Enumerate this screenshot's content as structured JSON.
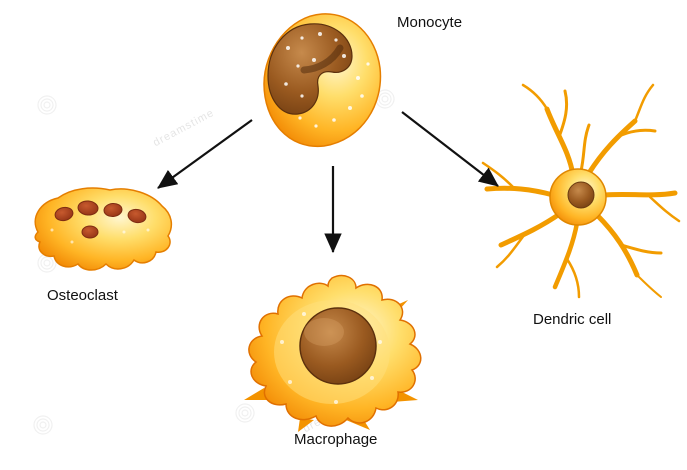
{
  "diagram": {
    "background": "#FFFFFF",
    "nodes": {
      "monocyte": {
        "label": "Monocyte"
      },
      "osteoclast": {
        "label": "Osteoclast"
      },
      "macrophage": {
        "label": "Macrophage"
      },
      "dendritic": {
        "label": "Dendric cell"
      }
    },
    "relations": [
      {
        "from": "Monocyte",
        "to": "Osteoclast"
      },
      {
        "from": "Monocyte",
        "to": "Macrophage"
      },
      {
        "from": "Monocyte",
        "to": "Dendric cell"
      }
    ],
    "colors": {
      "cytoplasm_orange": "#F9A11B",
      "cytoplasm_light": "#FFE27A",
      "cell_outline": "#E07B00",
      "nucleus_brown": "#8A4D1C",
      "nucleus_dark": "#5F3310",
      "osteoclast_nuclei_red": "#A03D1E",
      "arrow": "#111111",
      "label_text": "#111111",
      "background": "#FFFFFF"
    },
    "watermark": {
      "text": "dreamstime"
    }
  }
}
